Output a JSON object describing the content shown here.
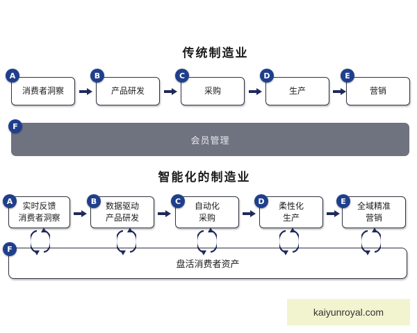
{
  "traditional": {
    "title": "传统制造业",
    "steps": [
      {
        "letter": "A",
        "label": "消费者洞察"
      },
      {
        "letter": "B",
        "label": "产品研发"
      },
      {
        "letter": "C",
        "label": "采购"
      },
      {
        "letter": "D",
        "label": "生产"
      },
      {
        "letter": "E",
        "label": "营销"
      }
    ],
    "bar": {
      "letter": "F",
      "label": "会员管理"
    }
  },
  "smart": {
    "title": "智能化的制造业",
    "steps": [
      {
        "letter": "A",
        "label": "实时反馈\n消费者洞察"
      },
      {
        "letter": "B",
        "label": "数据驱动\n产品研发"
      },
      {
        "letter": "C",
        "label": "自动化\n采购"
      },
      {
        "letter": "D",
        "label": "柔性化\n生产"
      },
      {
        "letter": "E",
        "label": "全域精准\n营销"
      }
    ],
    "bar": {
      "letter": "F",
      "label": "盘活消费者资产"
    }
  },
  "watermark": "kaiyunroyal.com",
  "colors": {
    "badge": "#1f3f8c",
    "arrow": "#1f2a5a",
    "member_bar": "#6f7380",
    "box_border": "#2d3142"
  },
  "icons": {
    "cycle": "circular-arrows-icon"
  }
}
